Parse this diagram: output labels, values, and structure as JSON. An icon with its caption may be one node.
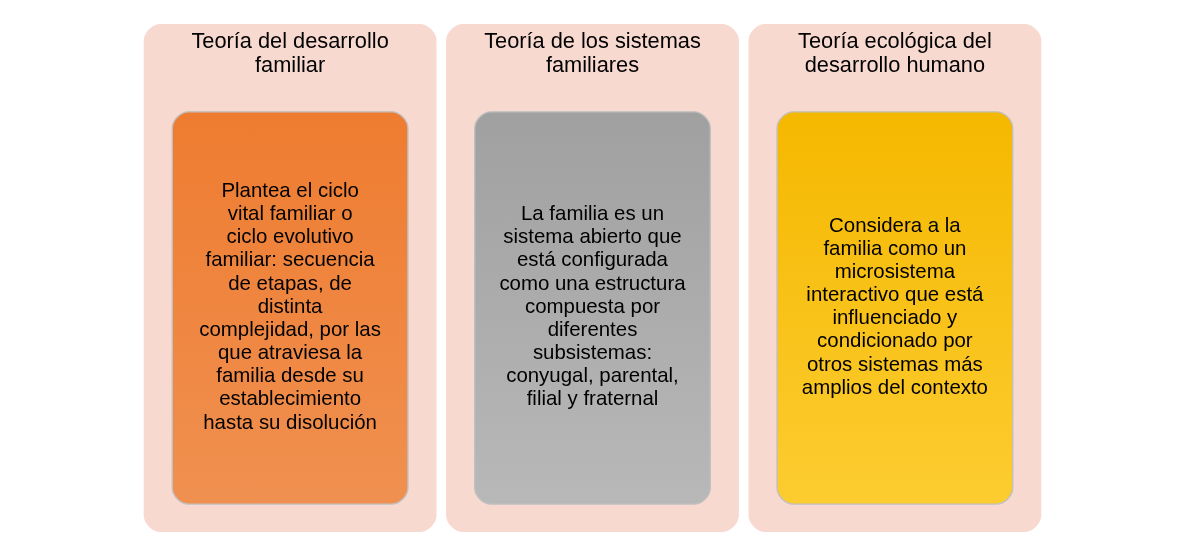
{
  "diagram": {
    "nodes": [
      {
        "text": [
          "Teoría del desarrollo familiar"
        ]
      },
      {
        "text": [
          "Plantea el ciclo vital familiar o ciclo evolutivo familiar: secuencia de etapas, de distinta complejidad, por las que atraviesa la familia desde su establecimiento hasta su disolución"
        ],
        "in": 0
      },
      {
        "text": [
          "Teoría de los sistemas familiares"
        ]
      },
      {
        "text": [
          "La familia es un sistema abierto que está configurada como una estructura compuesta por diferentes subsistemas: conyugal, parental, filial y fraternal"
        ],
        "in": 2
      },
      {
        "text": [
          "Teoría ecológica del desarrollo humano"
        ]
      },
      {
        "text": [
          "Considera a la familia como un microsistema interactivo que está influenciado y condicionado por otros sistemas más amplios del contexto"
        ],
        "in": 4
      }
    ]
  }
}
